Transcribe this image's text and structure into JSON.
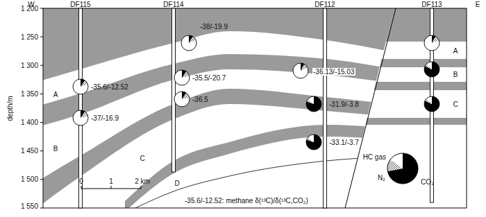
{
  "diagram": {
    "labels": [
      "W",
      "DF115",
      "DF114",
      "DF112",
      "DF113",
      "E",
      "1 200",
      "1 250",
      "1 300",
      "1 350",
      "1 400",
      "1 450",
      "1 500",
      "1 550",
      "depth/m",
      "-38/-19.9",
      "A",
      "-35.6/-12.52",
      "-35.5/-20.7",
      "-36.13/-15.03",
      "B",
      "A",
      "-36.5",
      "-31.9/-3.8",
      "C",
      "-37/-16.9",
      "B",
      "-33.1/-3.7",
      "C",
      "D",
      "0",
      "1",
      "2 km",
      "-35.6/-12.52: methane δ(¹³C)/δ(¹³C,CO₂)"
    ],
    "legend": [
      {
        "text": "HC gas",
        "color": "#ffffff"
      },
      {
        "text": "N₂"
      },
      {
        "text": "CO₂",
        "color": "#000000"
      }
    ]
  }
}
